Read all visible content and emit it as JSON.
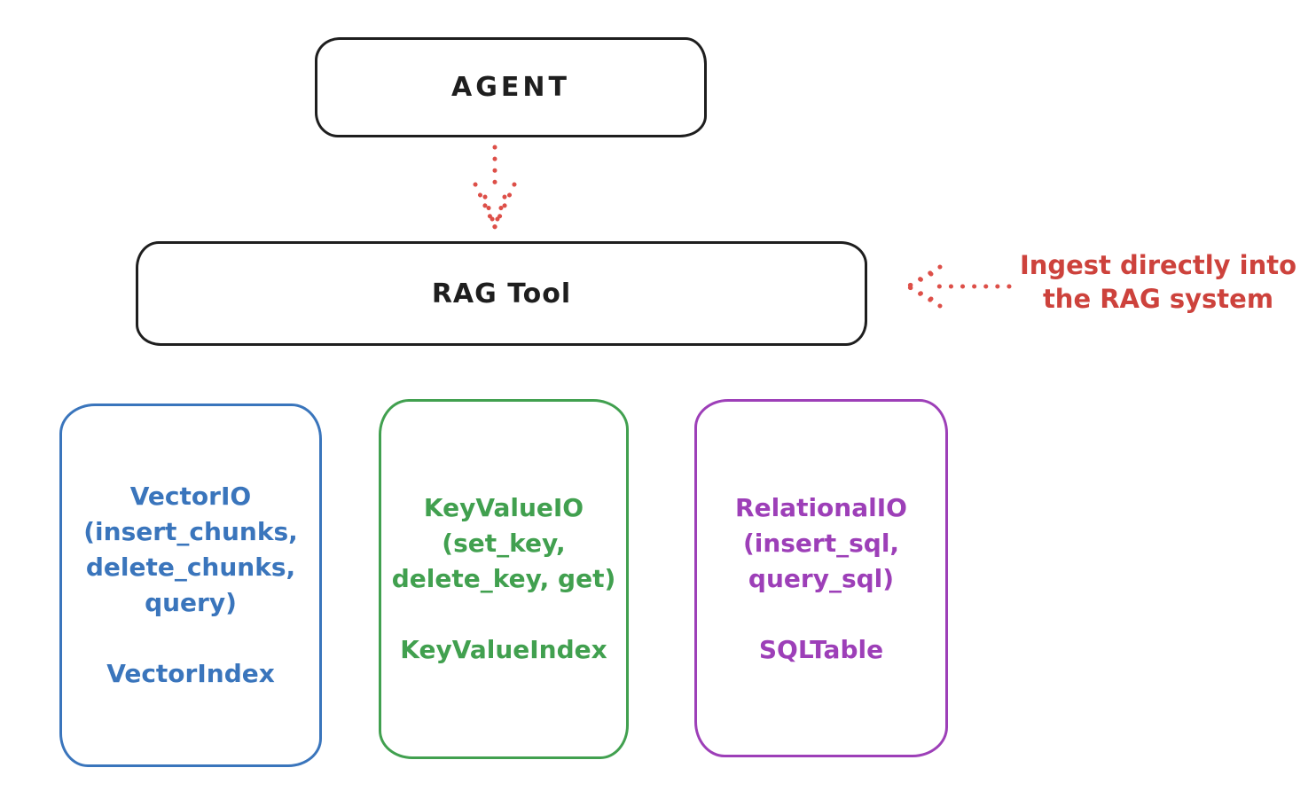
{
  "diagram": {
    "agent": {
      "label": "AGENT"
    },
    "rag_tool": {
      "label": "RAG Tool"
    },
    "backends": [
      {
        "id": "vector-io",
        "lines": [
          "VectorIO",
          "(insert_chunks,",
          "delete_chunks,",
          "query)"
        ],
        "index_label": "VectorIndex",
        "color": "#3a75bc"
      },
      {
        "id": "keyvalue-io",
        "lines": [
          "KeyValueIO",
          "(set_key,",
          "delete_key, get)"
        ],
        "index_label": "KeyValueIndex",
        "color": "#41a04f"
      },
      {
        "id": "relational-io",
        "lines": [
          "RelationalIO",
          "(insert_sql,",
          "query_sql)"
        ],
        "index_label": "SQLTable",
        "color": "#9d3fb8"
      }
    ],
    "annotation": {
      "lines": [
        "Ingest directly into",
        "the RAG system"
      ],
      "color": "#cd423c"
    },
    "colors": {
      "node_stroke": "#1e1e1e",
      "arrow_red": "#dd4f48",
      "background": "#ffffff"
    }
  }
}
